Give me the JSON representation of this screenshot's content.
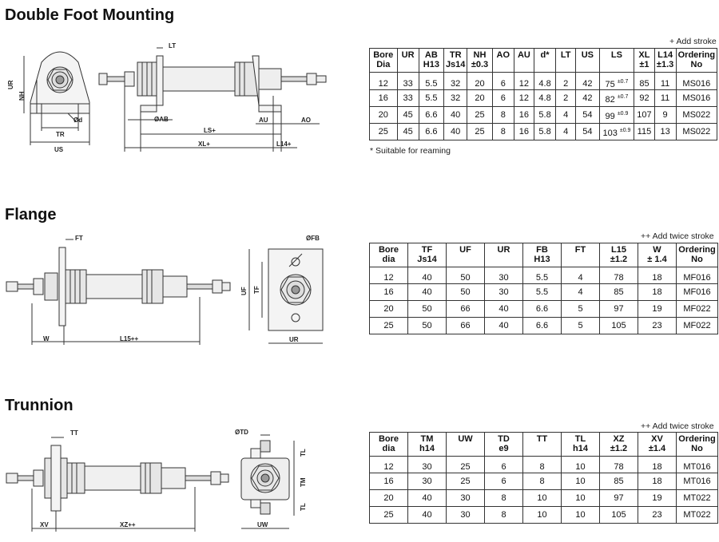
{
  "sections": {
    "double_foot": {
      "title": "Double Foot Mounting",
      "note_top": "+ Add stroke",
      "note_bottom": "* Suitable for reaming",
      "dim_labels": {
        "UR": "UR",
        "NH": "NH",
        "TR": "TR",
        "US": "US",
        "d": "Ød",
        "LT": "LT",
        "AB": "ØAB",
        "LS": "LS+",
        "XL": "XL+",
        "AU": "AU",
        "AO": "AO",
        "L14": "L14+"
      },
      "headers": [
        {
          "l1": "Bore",
          "l2": "Dia"
        },
        {
          "l1": "UR",
          "l2": ""
        },
        {
          "l1": "AB",
          "l2": "H13"
        },
        {
          "l1": "TR",
          "l2": "Js14"
        },
        {
          "l1": "NH",
          "l2": "±0.3"
        },
        {
          "l1": "AO",
          "l2": ""
        },
        {
          "l1": "AU",
          "l2": ""
        },
        {
          "l1": "d*",
          "l2": ""
        },
        {
          "l1": "LT",
          "l2": ""
        },
        {
          "l1": "US",
          "l2": ""
        },
        {
          "l1": "LS",
          "l2": ""
        },
        {
          "l1": "XL",
          "l2": "±1"
        },
        {
          "l1": "L14",
          "l2": "±1.3"
        },
        {
          "l1": "Ordering",
          "l2": "No"
        }
      ],
      "rows": [
        [
          "12",
          "33",
          "5.5",
          "32",
          "20",
          "6",
          "12",
          "4.8",
          "2",
          "42",
          {
            "v": "75",
            "t": "±0.7"
          },
          "85",
          "11",
          "MS016"
        ],
        [
          "16",
          "33",
          "5.5",
          "32",
          "20",
          "6",
          "12",
          "4.8",
          "2",
          "42",
          {
            "v": "82",
            "t": "±0.7"
          },
          "92",
          "11",
          "MS016"
        ],
        [
          "20",
          "45",
          "6.6",
          "40",
          "25",
          "8",
          "16",
          "5.8",
          "4",
          "54",
          {
            "v": "99",
            "t": "±0.9"
          },
          "107",
          "9",
          "MS022"
        ],
        [
          "25",
          "45",
          "6.6",
          "40",
          "25",
          "8",
          "16",
          "5.8",
          "4",
          "54",
          {
            "v": "103",
            "t": "±0.9"
          },
          "115",
          "13",
          "MS022"
        ]
      ]
    },
    "flange": {
      "title": "Flange",
      "note_top": "++ Add twice stroke",
      "dim_labels": {
        "FT": "FT",
        "FB": "ØFB",
        "W": "W",
        "L15": "L15++",
        "UF": "UF",
        "TF": "TF",
        "UR": "UR"
      },
      "headers": [
        {
          "l1": "Bore",
          "l2": "dia"
        },
        {
          "l1": "TF",
          "l2": "Js14"
        },
        {
          "l1": "UF",
          "l2": ""
        },
        {
          "l1": "UR",
          "l2": ""
        },
        {
          "l1": "FB",
          "l2": "H13"
        },
        {
          "l1": "FT",
          "l2": ""
        },
        {
          "l1": "L15",
          "l2": "±1.2"
        },
        {
          "l1": "W",
          "l2": "± 1.4"
        },
        {
          "l1": "Ordering",
          "l2": "No"
        }
      ],
      "rows": [
        [
          "12",
          "40",
          "50",
          "30",
          "5.5",
          "4",
          "78",
          "18",
          "MF016"
        ],
        [
          "16",
          "40",
          "50",
          "30",
          "5.5",
          "4",
          "85",
          "18",
          "MF016"
        ],
        [
          "20",
          "50",
          "66",
          "40",
          "6.6",
          "5",
          "97",
          "19",
          "MF022"
        ],
        [
          "25",
          "50",
          "66",
          "40",
          "6.6",
          "5",
          "105",
          "23",
          "MF022"
        ]
      ]
    },
    "trunnion": {
      "title": "Trunnion",
      "note_top": "++ Add twice stroke",
      "dim_labels": {
        "TT": "TT",
        "XV": "XV",
        "XZ": "XZ++",
        "TD": "ØTD",
        "TL1": "TL",
        "TM": "TM",
        "TL2": "TL",
        "UW": "UW"
      },
      "headers": [
        {
          "l1": "Bore",
          "l2": "dia"
        },
        {
          "l1": "TM",
          "l2": "h14"
        },
        {
          "l1": "UW",
          "l2": ""
        },
        {
          "l1": "TD",
          "l2": "e9"
        },
        {
          "l1": "TT",
          "l2": ""
        },
        {
          "l1": "TL",
          "l2": "h14"
        },
        {
          "l1": "XZ",
          "l2": "±1.2"
        },
        {
          "l1": "XV",
          "l2": "±1.4"
        },
        {
          "l1": "Ordering",
          "l2": "No"
        }
      ],
      "rows": [
        [
          "12",
          "30",
          "25",
          "6",
          "8",
          "10",
          "78",
          "18",
          "MT016"
        ],
        [
          "16",
          "30",
          "25",
          "6",
          "8",
          "10",
          "85",
          "18",
          "MT016"
        ],
        [
          "20",
          "40",
          "30",
          "8",
          "10",
          "10",
          "97",
          "19",
          "MT022"
        ],
        [
          "25",
          "40",
          "30",
          "8",
          "10",
          "10",
          "105",
          "23",
          "MT022"
        ]
      ]
    }
  }
}
